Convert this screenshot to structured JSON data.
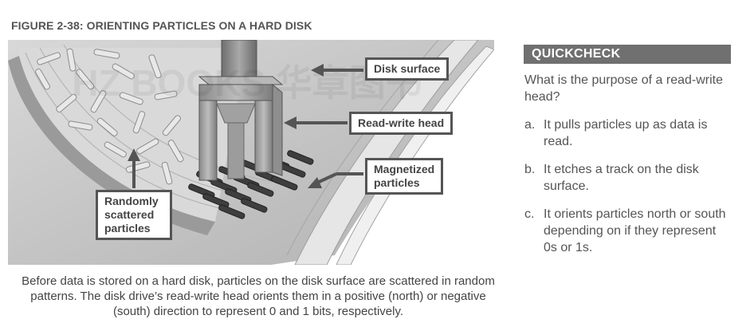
{
  "figure": {
    "title": "FIGURE 2-38: ORIENTING PARTICLES ON A HARD DISK",
    "watermark": "HZ BOOKS 华章图书",
    "labels": {
      "disk_surface": "Disk surface",
      "read_write_head": "Read-write head",
      "magnetized_line1": "Magnetized",
      "magnetized_line2": "particles",
      "random_line1": "Randomly",
      "random_line2": "scattered",
      "random_line3": "particles"
    },
    "caption": "Before data is stored on a hard disk, particles on the disk surface are scattered in random patterns. The disk drive’s read-write head orients them in a positive (north) or negative (south) direction to represent 0 and 1 bits, respectively."
  },
  "quickcheck": {
    "header": "QUICKCHECK",
    "question": "What is the purpose of a read-write head?",
    "options": [
      {
        "letter": "a.",
        "text": "It pulls particles up as data is read."
      },
      {
        "letter": "b.",
        "text": "It etches a track on the disk surface."
      },
      {
        "letter": "c.",
        "text": "It orients particles north or south depending on if they represent 0s or 1s."
      }
    ]
  }
}
